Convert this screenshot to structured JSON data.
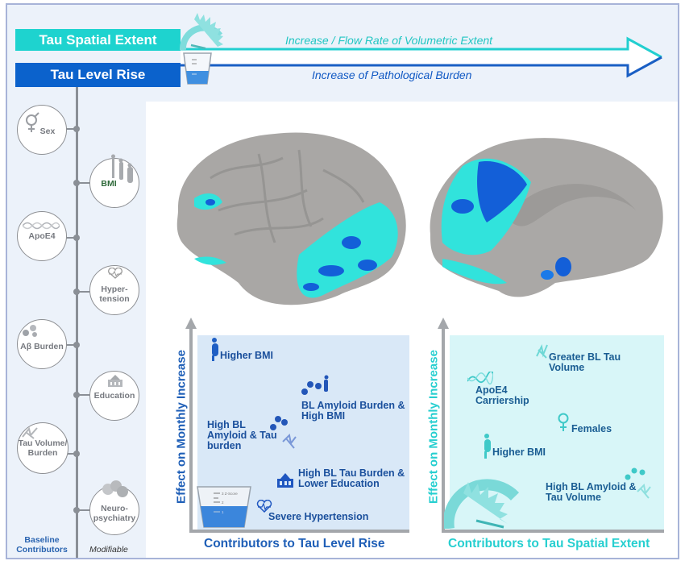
{
  "header": {
    "spatial_extent_label": "Tau Spatial Extent",
    "level_rise_label": "Tau Level Rise",
    "spatial_extent_description": "Increase / Flow Rate of Volumetric Extent",
    "level_rise_description": "Increase of Pathological Burden",
    "beaker_scale": [
      "3 Z-Score",
      "2",
      "1"
    ]
  },
  "colors": {
    "spatial_extent": "#1ed3cf",
    "level_rise": "#0b62cc",
    "connector": "#8a8f96",
    "brain_gray": "#a8a6a4",
    "tau_cyan": "#2ee8e2",
    "tau_blue": "#1160e0"
  },
  "timeline": {
    "baseline": [
      {
        "label": "Sex",
        "icon": "sex-symbol-icon"
      },
      {
        "label": "ApoE4",
        "icon": "dna-icon"
      },
      {
        "label": "Aβ Burden",
        "icon": "amyloid-plaque-icon"
      },
      {
        "label": "Tau Volume/ Burden",
        "icon": "tau-tangle-icon"
      }
    ],
    "modifiable": [
      {
        "label": "BMI",
        "icon": "body-silhouettes-icon"
      },
      {
        "label": "Hyper- tension",
        "icon": "heart-pulse-icon"
      },
      {
        "label": "Education",
        "icon": "school-building-icon"
      },
      {
        "label": "Neuro- psychiatry",
        "icon": "faces-icon"
      }
    ],
    "baseline_footer": "Baseline Contributors",
    "modifiable_footer": "Modifiable"
  },
  "brains": [
    {
      "view": "lateral",
      "description": "Lateral cortical surface with tau extent (cyan) and level rise (blue) regions"
    },
    {
      "view": "medial",
      "description": "Medial cortical surface with tau extent (cyan) and level rise (blue) regions"
    }
  ],
  "panels": {
    "level_rise": {
      "ylabel": "Effect on Monthly Increase",
      "xlabel": "Contributors to Tau Level Rise",
      "items": [
        {
          "label": "Higher BMI",
          "icon": "body-icon"
        },
        {
          "label": "BL Amyloid Burden & High BMI",
          "icon": "amyloid-body-icon"
        },
        {
          "label": "High BL Amyloid & Tau burden",
          "icon": "amyloid-tau-icon"
        },
        {
          "label": "High BL Tau Burden & Lower Education",
          "icon": "school-building-icon"
        },
        {
          "label": "Severe Hypertension",
          "icon": "heart-pulse-icon"
        }
      ]
    },
    "spatial_extent": {
      "ylabel": "Effect on Monthly Increase",
      "xlabel": "Contributors to Tau Spatial Extent",
      "items": [
        {
          "label": "Greater BL Tau Volume",
          "icon": "tau-tangle-icon"
        },
        {
          "label": "ApoE4 Carriership",
          "icon": "dna-icon"
        },
        {
          "label": "Females",
          "icon": "female-symbol-icon"
        },
        {
          "label": "Higher BMI",
          "icon": "body-icon"
        },
        {
          "label": "High BL Amyloid & Tau Volume",
          "icon": "amyloid-tau-icon"
        }
      ]
    }
  }
}
